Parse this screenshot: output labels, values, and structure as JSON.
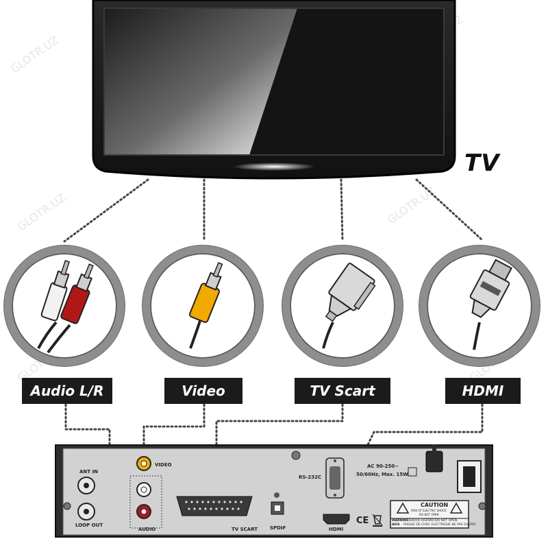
{
  "tv": {
    "label": "TV"
  },
  "connectors": [
    {
      "id": "audio",
      "label": "Audio L/R"
    },
    {
      "id": "video",
      "label": "Video"
    },
    {
      "id": "scart",
      "label": "TV Scart"
    },
    {
      "id": "hdmi",
      "label": "HDMI"
    }
  ],
  "receiver": {
    "ant_in": "ANT IN",
    "loop_out": "LOOP OUT",
    "video": "VIDEO",
    "audio": "AUDIO",
    "tv_scart": "TV SCART",
    "spdif": "SPDIF",
    "rs232c": "RS-232C",
    "hdmi": "HDMI",
    "power_line1": "AC 90-250~",
    "power_line2": "50/60Hz, Max. 15W",
    "caution_title": "CAUTION",
    "caution_line1": "RISK OF ELECTRIC SHOCK",
    "caution_line2": "DO NOT OPEN",
    "warning_label": "WARNING",
    "warning_text": ": SHOCK HAZARD-DO NOT OPEN.",
    "avis_label": "AVIS",
    "avis_text": ": RISQUE DE CHOC ELECTRIQUE-NE PAS OUVRIR",
    "ce_mark": "CE"
  },
  "watermark": "GLOTR.UZ",
  "colors": {
    "label_bg": "#1b1b1b",
    "red_plug": "#b01818",
    "yellow_plug": "#f2a900",
    "panel": "#d2d2d2"
  }
}
